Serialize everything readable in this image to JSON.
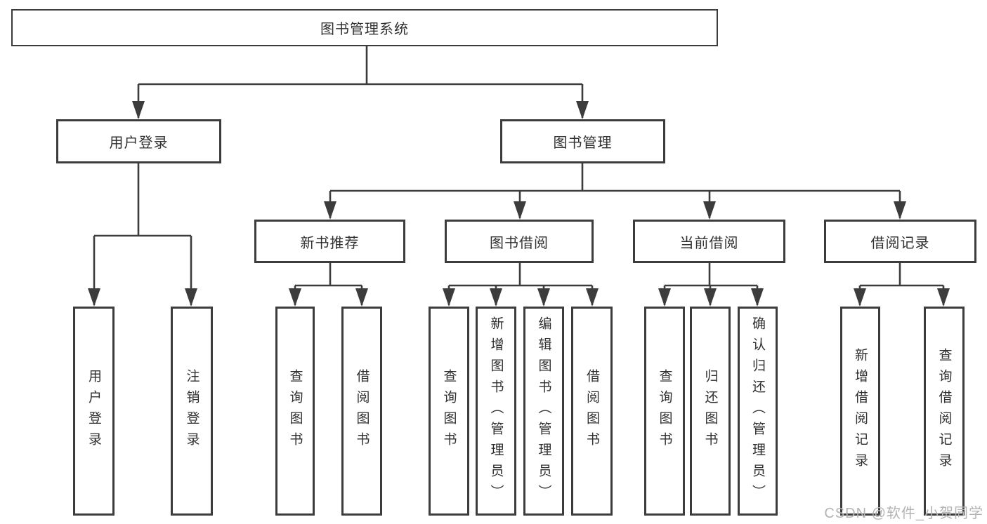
{
  "diagram": {
    "title_note": "functional structure chart",
    "root": "图书管理系统",
    "level2": {
      "user_login": "用户登录",
      "book_management": "图书管理"
    },
    "level3": {
      "new_book_recommend": "新书推荐",
      "book_borrow": "图书借阅",
      "current_borrow": "当前借阅",
      "borrow_record": "借阅记录"
    },
    "leaves": {
      "login_user_login": "用户登录",
      "login_logout": "注销登录",
      "recommend_query_book": "查询图书",
      "recommend_borrow_book": "借阅图书",
      "borrow_query_book": "查询图书",
      "borrow_add_book": "新增图书（管理员）",
      "borrow_edit_book": "编辑图书（管理员）",
      "borrow_borrow_book": "借阅图书",
      "current_query_book": "查询图书",
      "current_return_book": "归还图书",
      "current_confirm_return": "确认归还（管理员）",
      "record_add_record": "新增借阅记录",
      "record_query_record": "查询借阅记录"
    }
  },
  "watermark": "CSDN @软件_小贺同学",
  "colors": {
    "line": "#3c3c3c",
    "box_border": "#3c3c3c",
    "text": "#2f2f2f",
    "watermark": "#b3b3b3",
    "background": "#ffffff"
  }
}
